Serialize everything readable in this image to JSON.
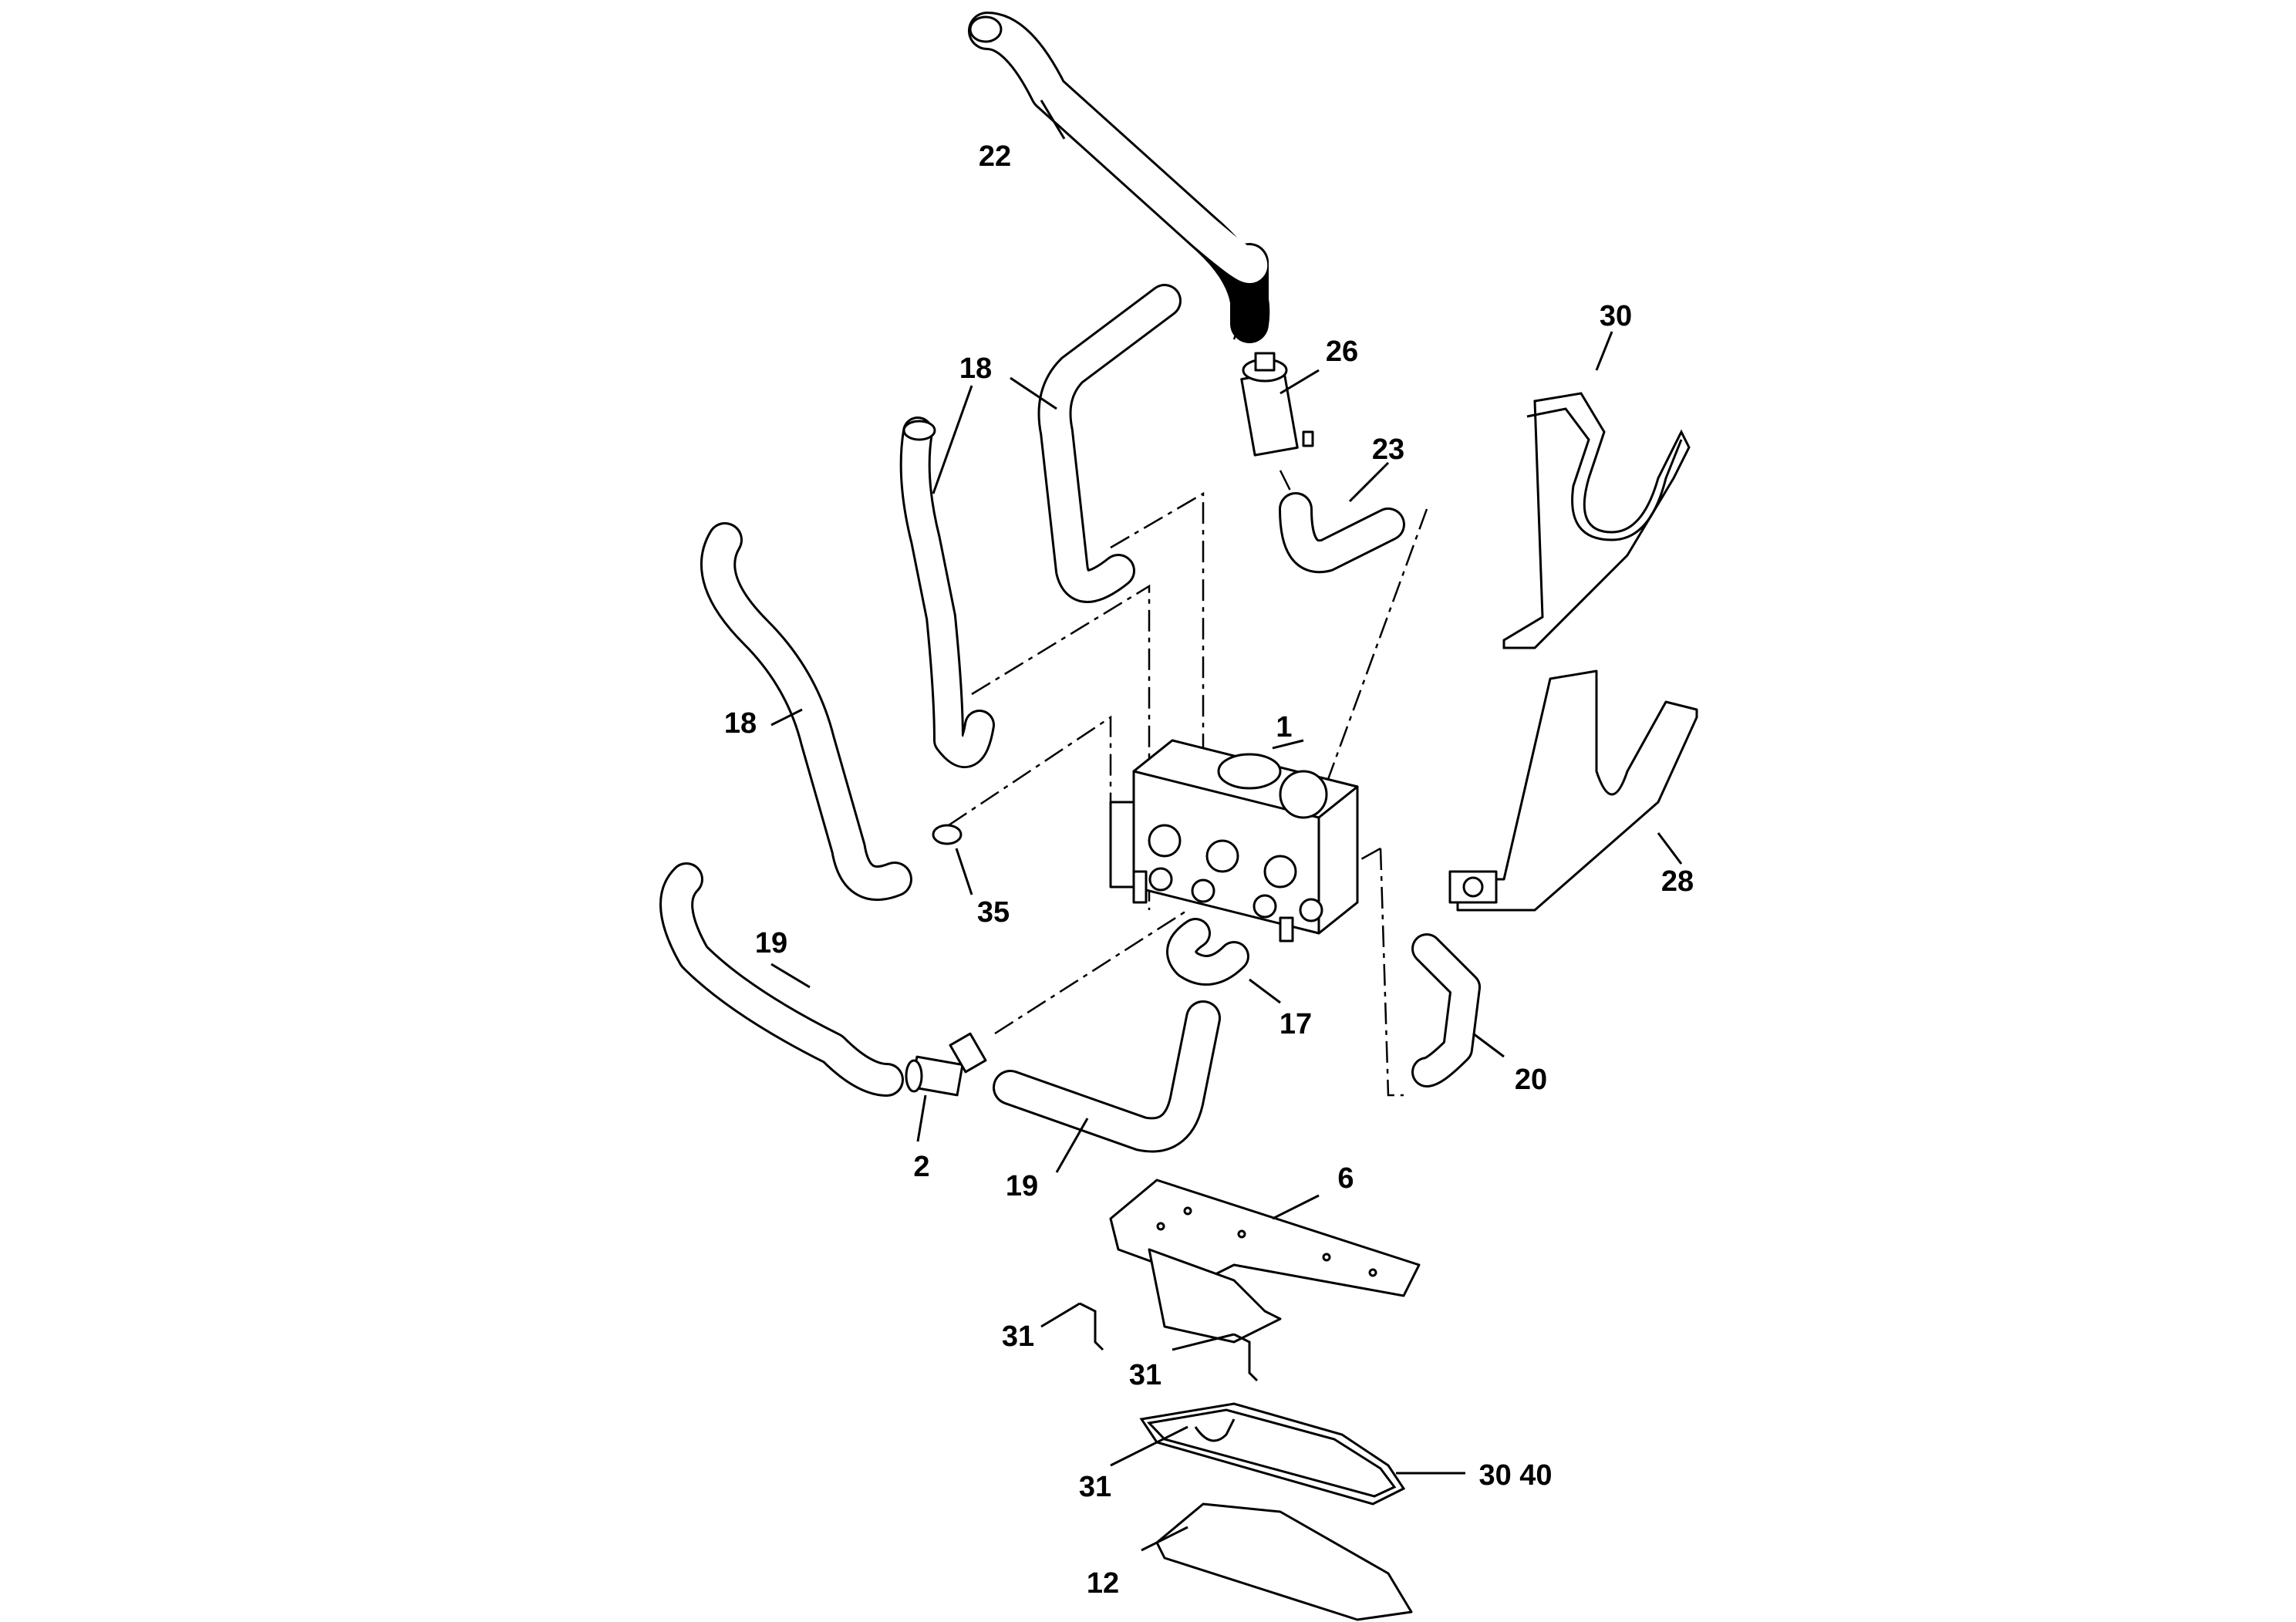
{
  "callouts": {
    "c1": "1",
    "c2": "2",
    "c6": "6",
    "c12": "12",
    "c17": "17",
    "c18a": "18",
    "c18b": "18",
    "c19a": "19",
    "c19b": "19",
    "c20": "20",
    "c22": "22",
    "c23": "23",
    "c26": "26",
    "c28": "28",
    "c30": "30",
    "c3040": "30 40",
    "c31a": "31",
    "c31b": "31",
    "c31c": "31",
    "c35": "35"
  },
  "colors": {
    "line": "#000000",
    "background": "#ffffff"
  }
}
